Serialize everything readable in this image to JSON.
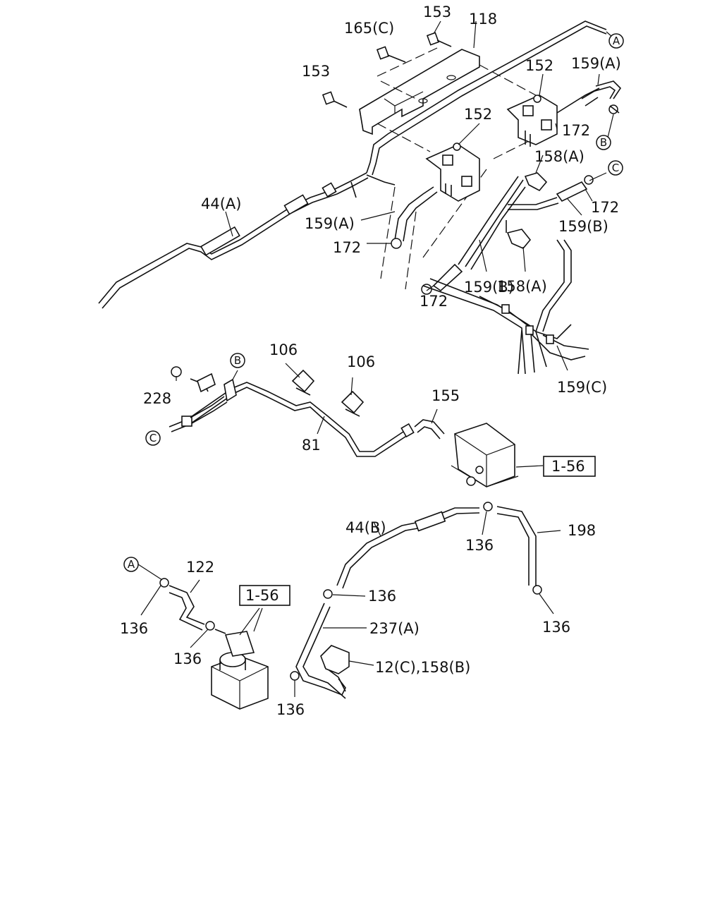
{
  "labels": {
    "l153a": "153",
    "l118": "118",
    "l165c": "165(C)",
    "l153b": "153",
    "l152a": "152",
    "l159a_top": "159(A)",
    "l152b": "152",
    "l172a": "172",
    "l158a_top": "158(A)",
    "l172b": "172",
    "l159b_right": "159(B)",
    "l44a": "44(A)",
    "l159a_mid": "159(A)",
    "l172c": "172",
    "l159b_mid": "159(B)",
    "l158a_mid": "158(A)",
    "l172d": "172",
    "l159c": "159(C)",
    "l106a": "106",
    "l106b": "106",
    "l228": "228",
    "l155": "155",
    "l81": "81",
    "l156a": "1-56",
    "l44b": "44(B)",
    "l198": "198",
    "l136a": "136",
    "l122": "122",
    "l156b": "1-56",
    "l136b": "136",
    "l136c": "136",
    "l237a": "237(A)",
    "l136d": "136",
    "l136e": "136",
    "l12c": "12(C),158(B)",
    "l136f": "136"
  },
  "connectors": {
    "A": "A",
    "B": "B",
    "C": "C"
  }
}
